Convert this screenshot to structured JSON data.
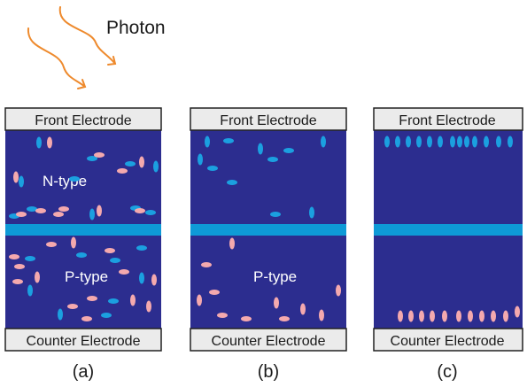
{
  "photon_label": "Photon",
  "colors": {
    "body": "#2c2d8f",
    "junction": "#0e9ad7",
    "electrode": "#ebebeb",
    "electron": "#1ba0e0",
    "hole": "#f4a9ae",
    "photon": "#ee8a2d",
    "text_light": "#ffffff",
    "text_dark": "#1a1a1a"
  },
  "panels": [
    {
      "id": "a",
      "caption": "(a)",
      "front_electrode": "Front Electrode",
      "counter_electrode": "Counter Electrode",
      "top_label": "N-type",
      "bottom_label": "P-type"
    },
    {
      "id": "b",
      "caption": "(b)",
      "front_electrode": "Front Electrode",
      "counter_electrode": "Counter Electrode",
      "top_label": "",
      "bottom_label": "P-type"
    },
    {
      "id": "c",
      "caption": "(c)",
      "front_electrode": "Front Electrode",
      "counter_electrode": "Counter Electrode",
      "top_label": "",
      "bottom_label": ""
    }
  ]
}
